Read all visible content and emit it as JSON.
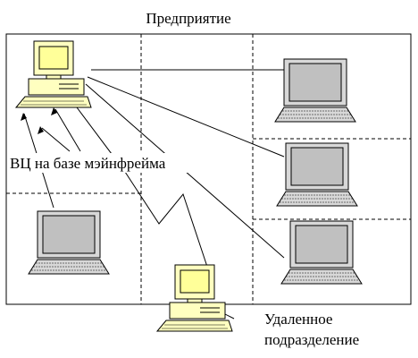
{
  "diagram": {
    "title": "Предприятие",
    "mainframe_label": "ВЦ на базе мэйнфрейма",
    "remote_label_line1": "Удаленное",
    "remote_label_line2": "подразделение"
  },
  "colors": {
    "desktop_body": "#ffffc0",
    "laptop_screen": "#c0c0c0",
    "laptop_body": "#d8d8d8",
    "desktop_screen_inner": "#ffff99",
    "stroke": "#000000"
  }
}
